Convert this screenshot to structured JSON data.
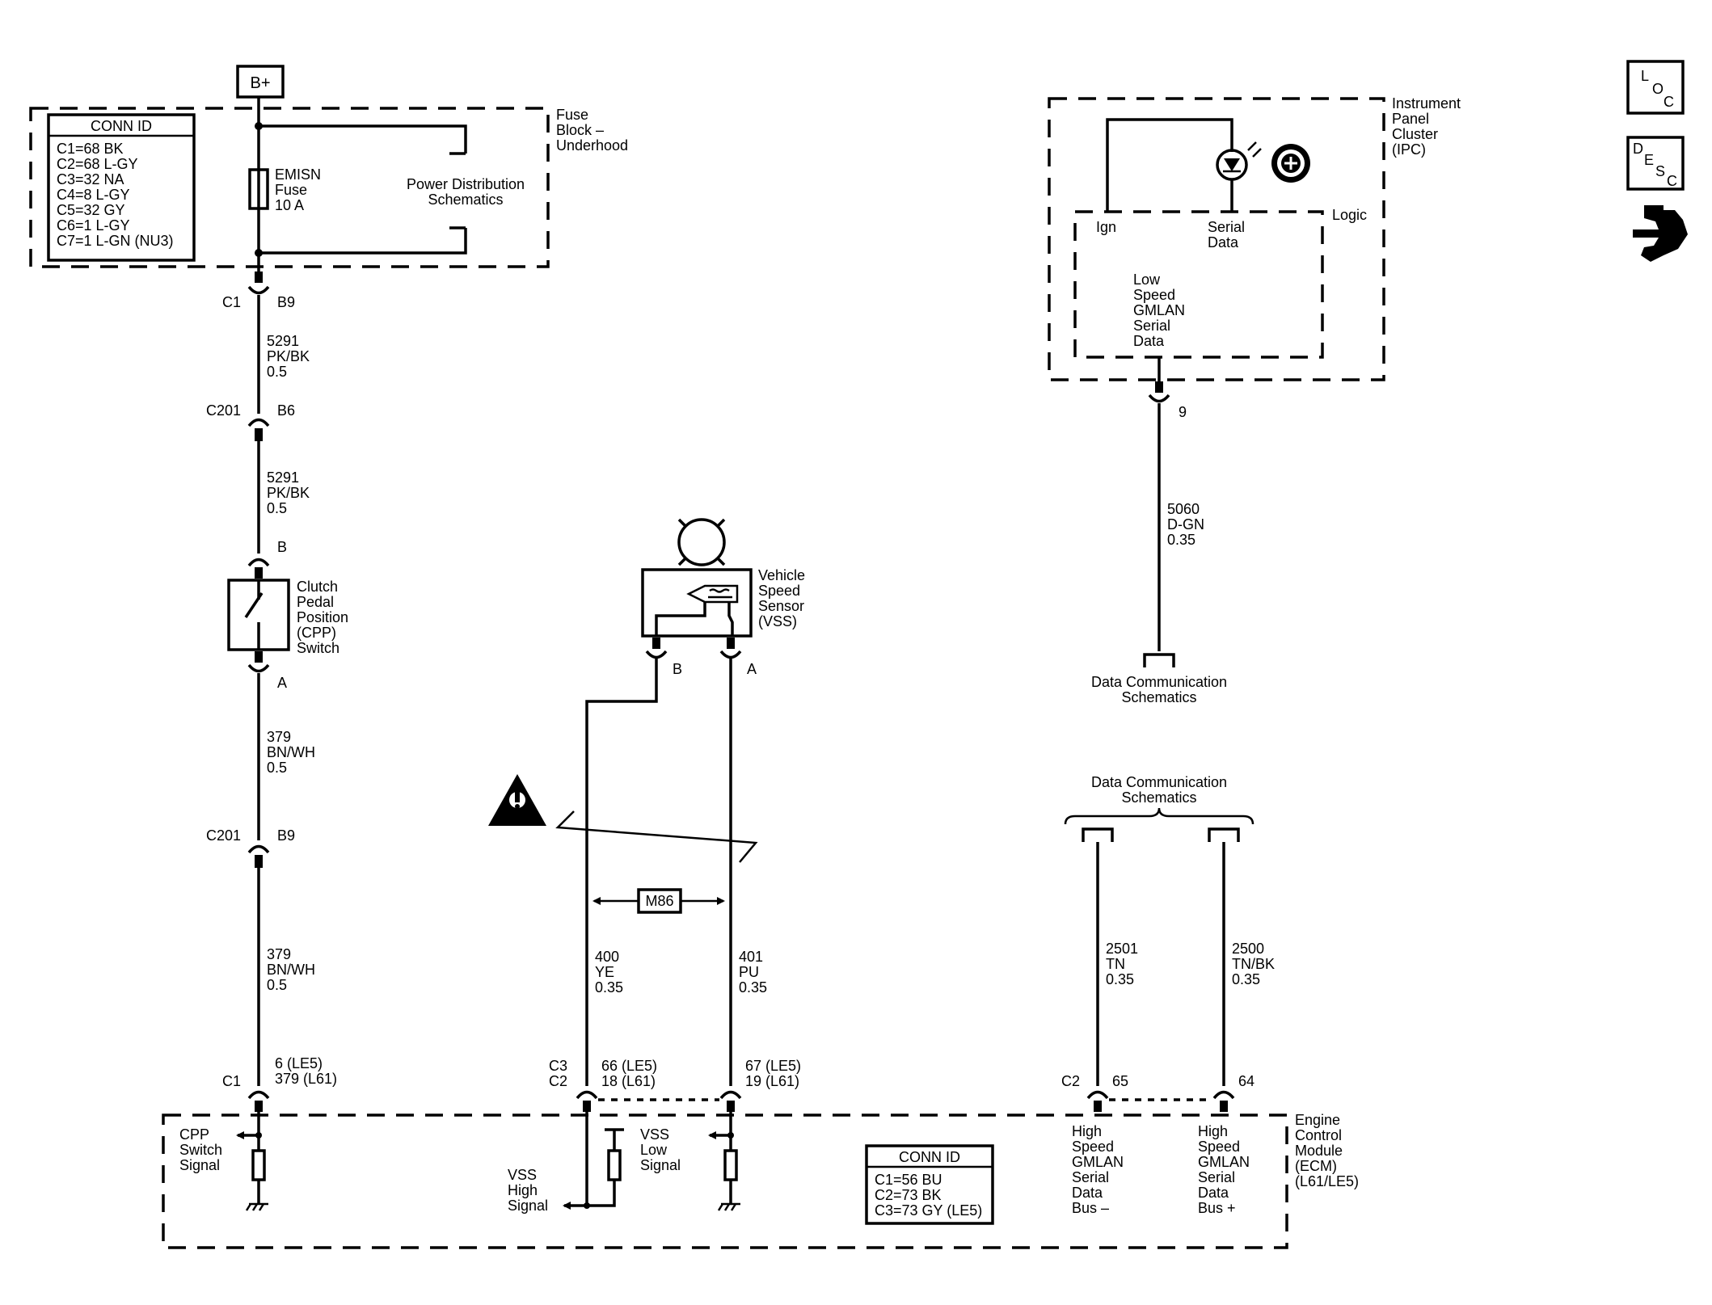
{
  "b_plus": "B+",
  "fuse_block": {
    "label": [
      "Fuse",
      "Block –",
      "Underhood"
    ],
    "conn_title": "CONN ID",
    "conn_rows": [
      "C1=68 BK",
      "C2=68 L-GY",
      "C3=32 NA",
      "C4=8 L-GY",
      "C5=32 GY",
      "C6=1 L-GY",
      "C7=1 L-GN (NU3)"
    ],
    "fuse": [
      "EMISN",
      "Fuse",
      "10 A"
    ],
    "power_dist": [
      "Power Distribution",
      "Schematics"
    ]
  },
  "cpp_circuit": {
    "c1_conn": "C1",
    "c1_pin": "B9",
    "wire1": [
      "5291",
      "PK/BK",
      "0.5"
    ],
    "c201a_conn": "C201",
    "c201a_pin": "B6",
    "wire2": [
      "5291",
      "PK/BK",
      "0.5"
    ],
    "switch_pin_b": "B",
    "switch_label": [
      "Clutch",
      "Pedal",
      "Position",
      "(CPP)",
      "Switch"
    ],
    "switch_pin_a": "A",
    "wire3": [
      "379",
      "BN/WH",
      "0.5"
    ],
    "c201b_conn": "C201",
    "c201b_pin": "B9",
    "wire4": [
      "379",
      "BN/WH",
      "0.5"
    ],
    "ecm_conn": "C1",
    "ecm_pins": [
      "6 (LE5)",
      "379 (L61)"
    ],
    "ecm_label": [
      "CPP",
      "Switch",
      "Signal"
    ]
  },
  "vss_circuit": {
    "sensor_label": [
      "Vehicle",
      "Speed",
      "Sensor",
      "(VSS)"
    ],
    "pin_b": "B",
    "pin_a": "A",
    "m86": "M86",
    "wire_b": [
      "400",
      "YE",
      "0.35"
    ],
    "wire_a": [
      "401",
      "PU",
      "0.35"
    ],
    "conn_b": [
      "C3",
      "C2"
    ],
    "pins_b": [
      "66 (LE5)",
      "18 (L61)"
    ],
    "pins_a": [
      "67 (LE5)",
      "19 (L61)"
    ],
    "high_label": [
      "VSS",
      "High",
      "Signal"
    ],
    "low_label": [
      "VSS",
      "Low",
      "Signal"
    ]
  },
  "ipc": {
    "label": [
      "Instrument",
      "Panel",
      "Cluster",
      "(IPC)"
    ],
    "logic": "Logic",
    "ign": "Ign",
    "serial": [
      "Serial",
      "Data"
    ],
    "gmlan": [
      "Low",
      "Speed",
      "GMLAN",
      "Serial",
      "Data"
    ],
    "pin": "9",
    "wire": [
      "5060",
      "D-GN",
      "0.35"
    ],
    "dest": [
      "Data Communication",
      "Schematics"
    ]
  },
  "hs_gmlan": {
    "source": [
      "Data Communication",
      "Schematics"
    ],
    "wire_low": [
      "2501",
      "TN",
      "0.35"
    ],
    "wire_high": [
      "2500",
      "TN/BK",
      "0.35"
    ],
    "conn": "C2",
    "pin_low": "65",
    "pin_high": "64",
    "label_low": [
      "High",
      "Speed",
      "GMLAN",
      "Serial",
      "Data",
      "Bus –"
    ],
    "label_high": [
      "High",
      "Speed",
      "GMLAN",
      "Serial",
      "Data",
      "Bus +"
    ]
  },
  "ecm": {
    "label": [
      "Engine",
      "Control",
      "Module",
      "(ECM)",
      "(L61/LE5)"
    ],
    "conn_title": "CONN ID",
    "conn_rows": [
      "C1=56 BU",
      "C2=73 BK",
      "C3=73 GY (LE5)"
    ]
  },
  "nav": {
    "loc": [
      "L",
      "O",
      "C"
    ],
    "desc": [
      "D",
      "E",
      "S",
      "C"
    ]
  }
}
